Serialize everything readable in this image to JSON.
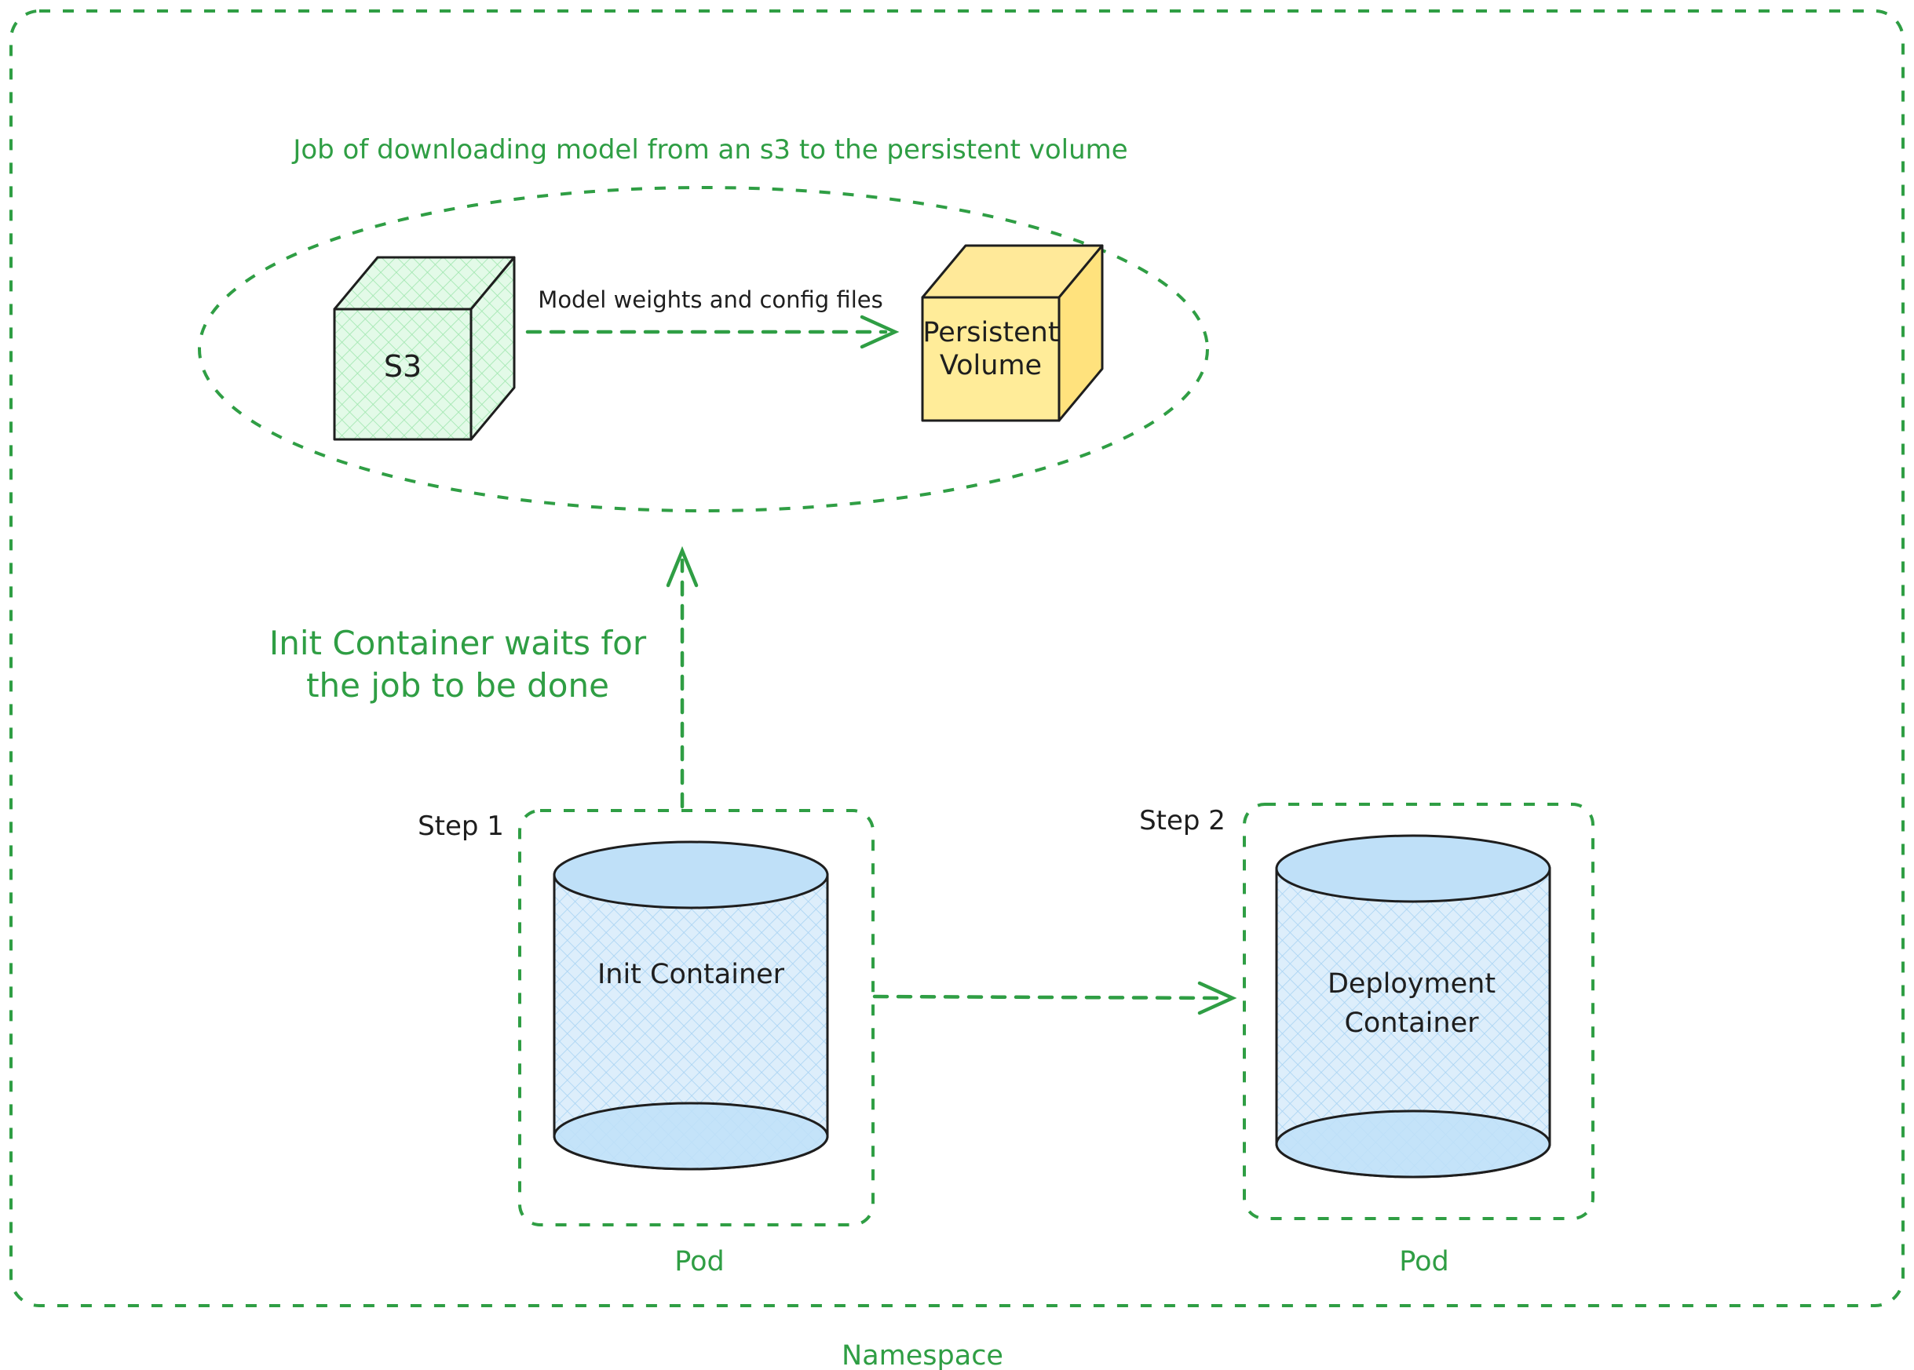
{
  "diagram": {
    "namespace_label": "Namespace",
    "job": {
      "title": "Job of downloading model from an s3 to the persistent volume",
      "s3_label": "S3",
      "pv_label_line1": "Persistent",
      "pv_label_line2": "Volume",
      "transfer_label": "Model weights and config files"
    },
    "wait_note_line1": "Init Container waits for",
    "wait_note_line2": "the job to be done",
    "step1": {
      "step_label": "Step 1",
      "container_label": "Init Container",
      "pod_label": "Pod"
    },
    "step2": {
      "step_label": "Step 2",
      "container_label_line1": "Deployment",
      "container_label_line2": "Container",
      "pod_label": "Pod"
    },
    "colors": {
      "accent_green": "#2f9e44",
      "s3_fill": "#e3fae8",
      "persistent_volume_fill": "#ffec99",
      "container_fill": "#ddeefb",
      "stroke_dark": "#1e1e1e"
    }
  }
}
